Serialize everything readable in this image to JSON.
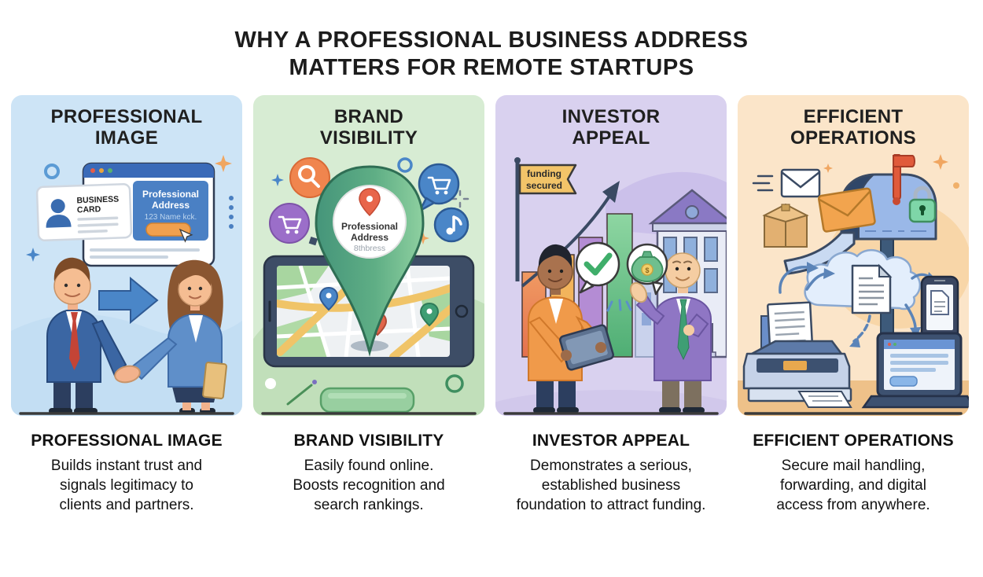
{
  "title": {
    "line1": "WHY A PROFESSIONAL BUSINESS ADDRESS",
    "line2": "MATTERS FOR REMOTE STARTUPS"
  },
  "panels": [
    {
      "id": "professional-image",
      "bg": "#cde4f6",
      "heading1": "PROFESSIONAL",
      "heading2": "IMAGE",
      "illustration": {
        "card_line1": "BUSINESS",
        "card_line2": "CARD",
        "browser_line1": "Professional",
        "browser_line2": "Address",
        "browser_line3": "123 Name kck.",
        "icons": [
          "browser-window-icon",
          "business-card-icon",
          "user-avatar-icon",
          "cursor-icon",
          "arrow-right-icon",
          "sparkle-icon",
          "handshake-illustration"
        ]
      },
      "footer": {
        "title": "PROFESSIONAL IMAGE",
        "lines": [
          "Builds instant trust and",
          "signals legitimacy to",
          "clients and partners."
        ]
      }
    },
    {
      "id": "brand-visibility",
      "bg": "#d7ecd3",
      "heading1": "BRAND",
      "heading2": "VISIBILITY",
      "illustration": {
        "pin_line1": "Professional",
        "pin_line2": "Address",
        "pin_line3": "8thbress",
        "icons": [
          "search-icon",
          "shopping-cart-icon",
          "chat-cart-icon",
          "music-note-icon",
          "map-pin-icon",
          "tablet-map-icon",
          "sparkle-icon"
        ]
      },
      "footer": {
        "title": "BRAND VISIBILITY",
        "lines": [
          "Easily found online.",
          "Boosts recognition and",
          "search rankings."
        ]
      }
    },
    {
      "id": "investor-appeal",
      "bg": "#d9d1ef",
      "heading1": "INVESTOR",
      "heading2": "APPEAL",
      "illustration": {
        "flag_line1": "funding",
        "flag_line2": "secured",
        "money_symbol": "$",
        "icons": [
          "flag-banner-icon",
          "growth-arrow-icon",
          "bar-chart-icon",
          "bank-building-icon",
          "check-bubble-icon",
          "money-bag-bubble-icon",
          "tablet-icon"
        ]
      },
      "footer": {
        "title": "INVESTOR APPEAL",
        "lines": [
          "Demonstrates a serious,",
          "established business",
          "foundation to attract funding."
        ]
      }
    },
    {
      "id": "efficient-operations",
      "bg": "#fbe5c9",
      "heading1": "EFFICIENT",
      "heading2": "OPERATIONS",
      "illustration": {
        "icons": [
          "envelope-icon",
          "speed-lines-icon",
          "package-box-icon",
          "mailbox-icon",
          "mail-flag-icon",
          "padlock-icon",
          "cloud-document-icon",
          "printer-icon",
          "smartphone-icon",
          "laptop-icon",
          "sync-arrows-icon",
          "sparkle-icon"
        ]
      },
      "footer": {
        "title": "EFFICIENT OPERATIONS",
        "lines": [
          "Secure mail handling,",
          "forwarding, and digital",
          "access from anywhere."
        ]
      }
    }
  ],
  "colors": {
    "background": "#ffffff",
    "title_text": "#1c1c1c",
    "panel_blue": "#cde4f6",
    "panel_green": "#d7ecd3",
    "panel_purple": "#d9d1ef",
    "panel_peach": "#fbe5c9",
    "ground_line": "#3a3a3a",
    "accent_orange": "#f0a04e",
    "accent_green": "#5fae85",
    "accent_blue": "#4a86c8"
  }
}
